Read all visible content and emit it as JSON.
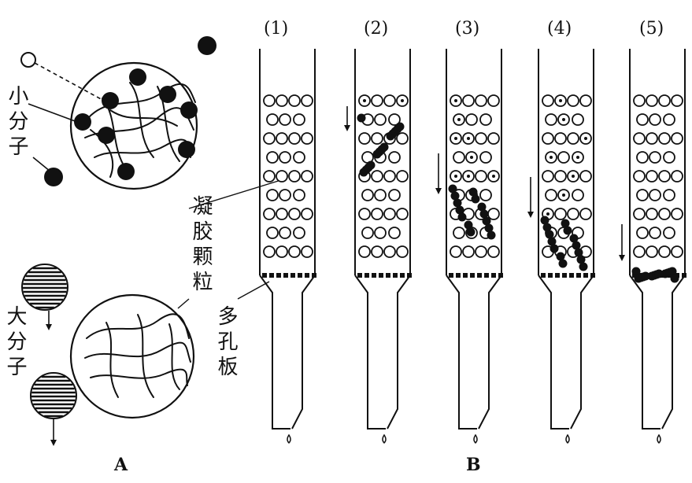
{
  "labels": {
    "small_molecule": "小分子",
    "large_molecule": "大分子",
    "gel_particle": "凝胶颗粒",
    "porous_plate": "多孔板",
    "panel_a": "A",
    "panel_b": "B"
  },
  "columns": [
    "(1)",
    "(2)",
    "(3)",
    "(4)",
    "(5)"
  ]
}
